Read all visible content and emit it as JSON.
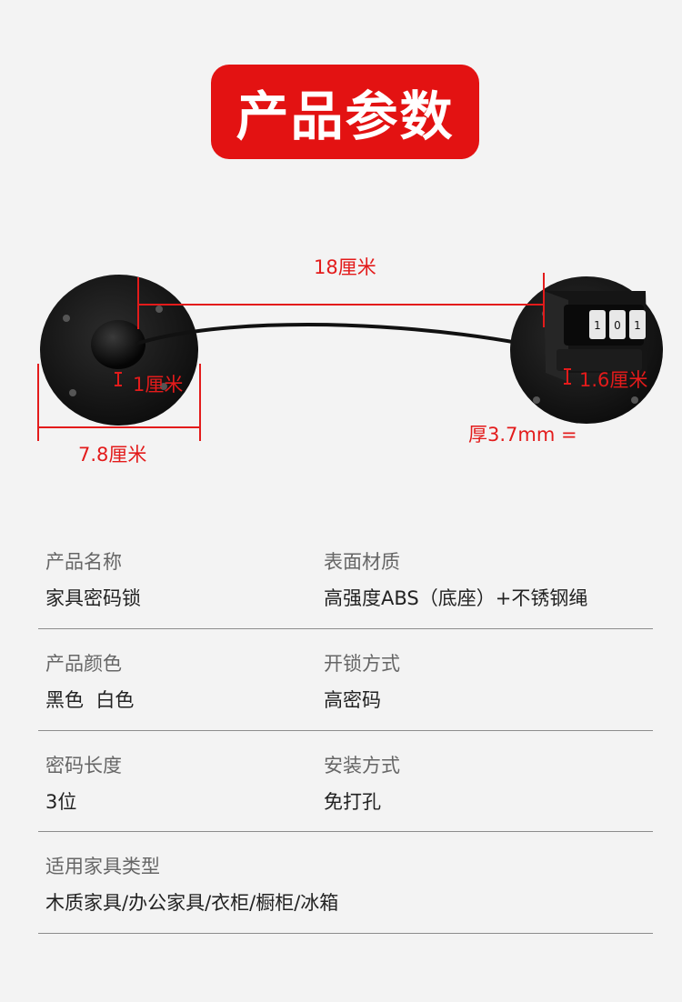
{
  "header": {
    "title": "产品参数"
  },
  "dimensions": {
    "length": "18厘米",
    "height_left": "1厘米",
    "height_right": "1.6厘米",
    "width": "7.8厘米",
    "thickness": "厚3.7mm ="
  },
  "combination_digits": [
    "1",
    "0",
    "1"
  ],
  "specs": [
    {
      "label": "产品名称",
      "value": "家具密码锁"
    },
    {
      "label": "表面材质",
      "value": "高强度ABS（底座）+不锈钢绳"
    },
    {
      "label": "产品颜色",
      "value": "黑色  白色"
    },
    {
      "label": "开锁方式",
      "value": "高密码"
    },
    {
      "label": "密码长度",
      "value": "3位"
    },
    {
      "label": "安装方式",
      "value": "免打孔"
    },
    {
      "label": "适用家具类型",
      "value": "木质家具/办公家具/衣柜/橱柜/冰箱"
    }
  ],
  "colors": {
    "accent": "#e31212",
    "dimension": "#e31b1b",
    "product": "#1a1a1a",
    "background": "#f3f3f3"
  }
}
